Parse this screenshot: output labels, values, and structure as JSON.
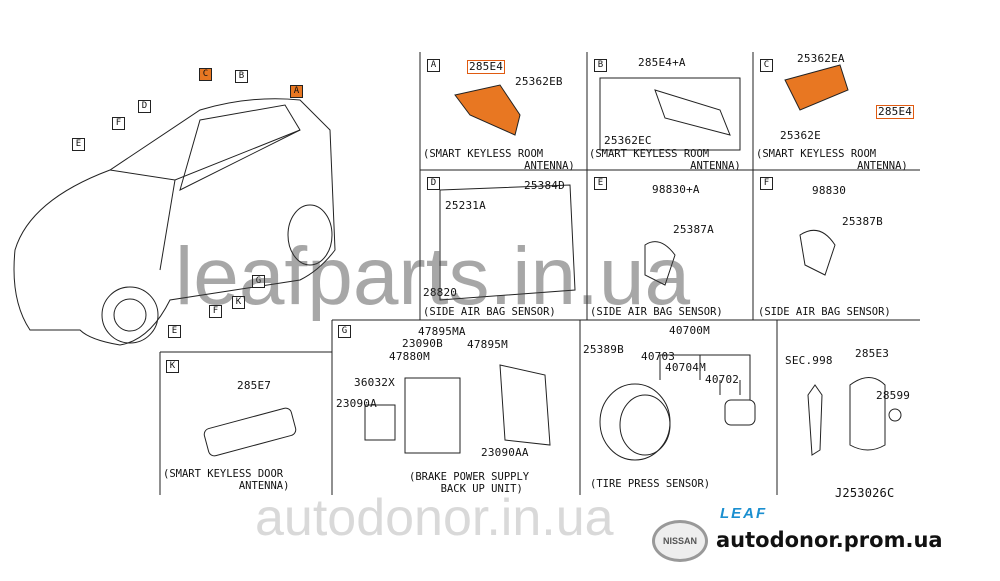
{
  "panels": {
    "A": {
      "letter": "A",
      "parts": [
        "285E4",
        "25362EB"
      ],
      "caption": "(SMART KEYLESS ROOM\n                ANTENNA)"
    },
    "B": {
      "letter": "B",
      "parts": [
        "285E4+A",
        "25362EC"
      ],
      "caption": "(SMART KEYLESS ROOM\n                ANTENNA)"
    },
    "C": {
      "letter": "C",
      "parts": [
        "25362EA",
        "285E4",
        "25362E"
      ],
      "caption": "(SMART KEYLESS ROOM\n                ANTENNA)"
    },
    "D": {
      "letter": "D",
      "parts": [
        "25384D",
        "25231A",
        "28820"
      ],
      "caption": "(SIDE AIR BAG SENSOR)"
    },
    "E": {
      "letter": "E",
      "parts": [
        "98830+A",
        "25387A"
      ],
      "caption": "(SIDE AIR BAG SENSOR)"
    },
    "F": {
      "letter": "F",
      "parts": [
        "98830",
        "25387B"
      ],
      "caption": "(SIDE AIR BAG SENSOR)"
    },
    "G": {
      "letter": "G",
      "parts": [
        "47895MA",
        "23090B",
        "47895M",
        "47880M",
        "36032X",
        "23090A",
        "23090AA"
      ],
      "caption": "(BRAKE POWER SUPPLY\n     BACK UP UNIT)"
    },
    "tire": {
      "parts": [
        "40700M",
        "25389B",
        "40703",
        "40704M",
        "40702"
      ],
      "caption": "(TIRE PRESS SENSOR)"
    },
    "key": {
      "parts": [
        "SEC.998",
        "285E3",
        "28599"
      ]
    },
    "K": {
      "letter": "K",
      "parts": [
        "285E7"
      ],
      "caption": "(SMART KEYLESS DOOR\n            ANTENNA)"
    }
  },
  "car_callouts": [
    "C",
    "B",
    "A",
    "D",
    "F",
    "E",
    "G",
    "K",
    "F",
    "E"
  ],
  "diagram_code": "J253026C",
  "watermarks": {
    "main": "leafparts.in.ua",
    "bottom": "autodonor.in.ua"
  },
  "branding": {
    "logo": "NISSAN",
    "model": "LEAF",
    "site": "autodonor.prom.ua"
  },
  "colors": {
    "highlight": "#e87722",
    "line": "#222222",
    "brand_blue": "#1a8fd0"
  }
}
